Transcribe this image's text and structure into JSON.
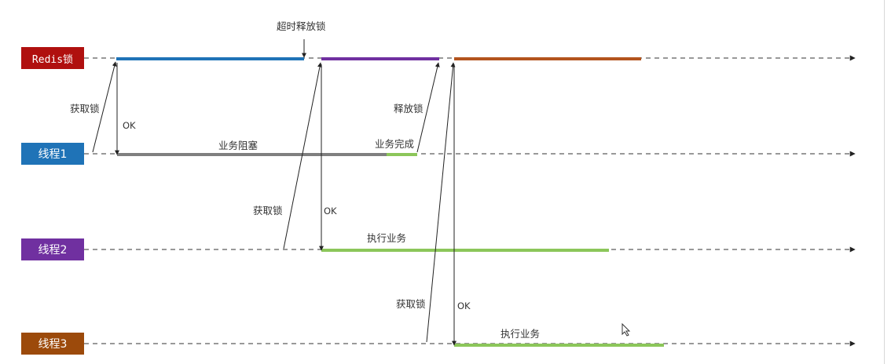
{
  "lanes": {
    "redis": {
      "label": "Redis锁",
      "color": "#b0100f"
    },
    "thread1": {
      "label": "线程1",
      "color": "#1f73b7"
    },
    "thread2": {
      "label": "线程2",
      "color": "#7030a0"
    },
    "thread3": {
      "label": "线程3",
      "color": "#9c4a0b"
    }
  },
  "notes": {
    "timeout_release": "超时释放锁",
    "acquire_1": "获取锁",
    "ok_1": "OK",
    "blocked": "业务阻塞",
    "done": "业务完成",
    "release": "释放锁",
    "acquire_2": "获取锁",
    "ok_2": "OK",
    "exec_2": "执行业务",
    "acquire_3": "获取锁",
    "ok_3": "OK",
    "exec_3": "执行业务"
  },
  "colors": {
    "hold_thread1": "#1f73b7",
    "hold_thread2": "#7030a0",
    "hold_thread3": "#b3541e",
    "blocked": "#7f7f7f",
    "work": "#8cc65a",
    "axis": "#333333"
  }
}
